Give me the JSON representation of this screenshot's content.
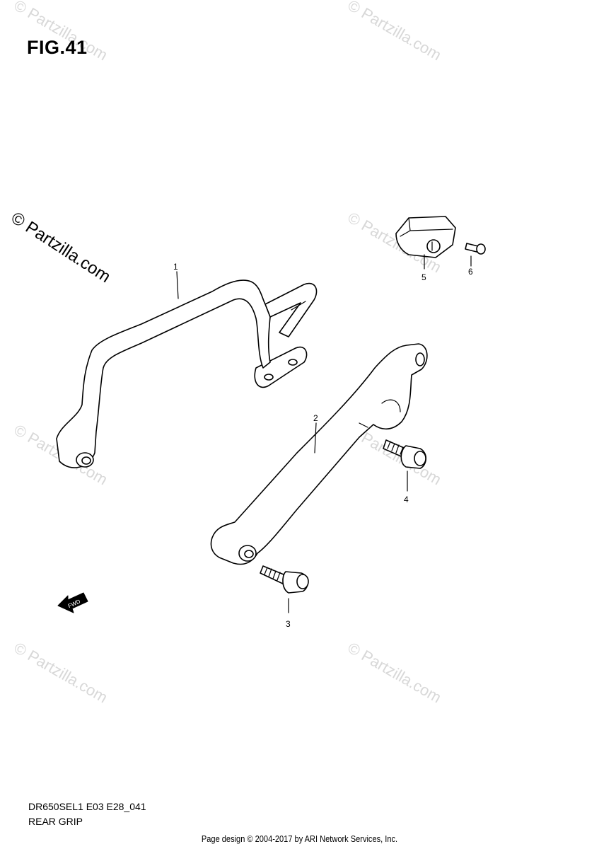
{
  "figure": {
    "title": "FIG.41"
  },
  "model_code": "DR650SEL1 E03 E28_041",
  "section_name": "REAR GRIP",
  "footer": "Page design © 2004-2017 by ARI Network Services, Inc.",
  "watermark": {
    "text": "© Partzilla.com",
    "color": "#d8d8d8"
  },
  "fwd_label": "FWD",
  "callouts": [
    {
      "number": "1",
      "part": "rear grip left"
    },
    {
      "number": "2",
      "part": "rear grip right"
    },
    {
      "number": "3",
      "part": "bolt"
    },
    {
      "number": "4",
      "part": "bolt"
    },
    {
      "number": "5",
      "part": "reflector"
    },
    {
      "number": "6",
      "part": "screw"
    }
  ]
}
